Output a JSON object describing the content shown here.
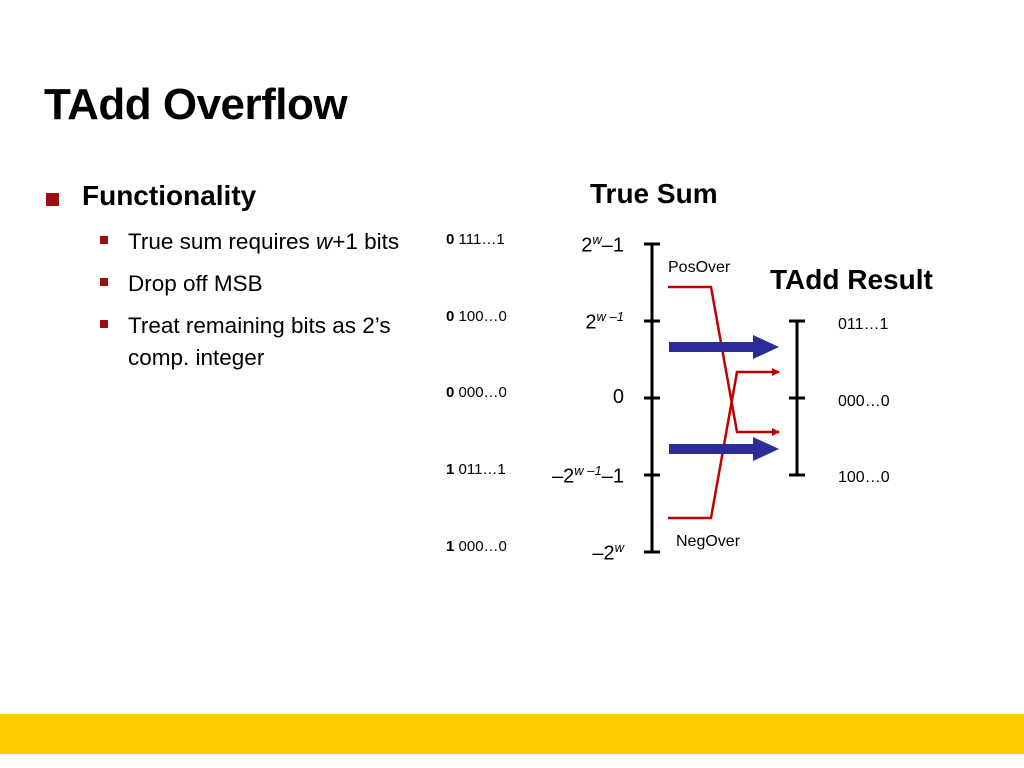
{
  "slide": {
    "title": "TAdd Overflow",
    "bullet": "Functionality",
    "sub1_a": "True sum requires ",
    "sub1_w": "w",
    "sub1_b": "+1 bits",
    "sub2": "Drop off MSB",
    "sub3": "Treat remaining bits as 2’s comp. integer"
  },
  "diagram": {
    "true_sum_heading": "True Sum",
    "tadd_heading": "TAdd Result",
    "pos_over": "PosOver",
    "neg_over": "NegOver",
    "bit_patterns": [
      {
        "msb": "0",
        "rest": "111…1"
      },
      {
        "msb": "0",
        "rest": "100…0"
      },
      {
        "msb": "0",
        "rest": "000…0"
      },
      {
        "msb": "1",
        "rest": "011…1"
      },
      {
        "msb": "1",
        "rest": "000…0"
      }
    ],
    "true_values": {
      "v1_base": "2",
      "v1_exp": "w",
      "v1_tail": "–1",
      "v2_base": "2",
      "v2_exp": "w –1",
      "v3": "0",
      "v4_base": "–2",
      "v4_exp": "w –1",
      "v4_tail": "–1",
      "v5_base": "–2",
      "v5_exp": "w"
    },
    "result_patterns": [
      "011…1",
      "000…0",
      "100…0"
    ],
    "colors": {
      "overflow_line": "#c00000",
      "arrow": "#2b2b99",
      "bullet": "#9a1010",
      "footer": "#ffcc00"
    }
  }
}
